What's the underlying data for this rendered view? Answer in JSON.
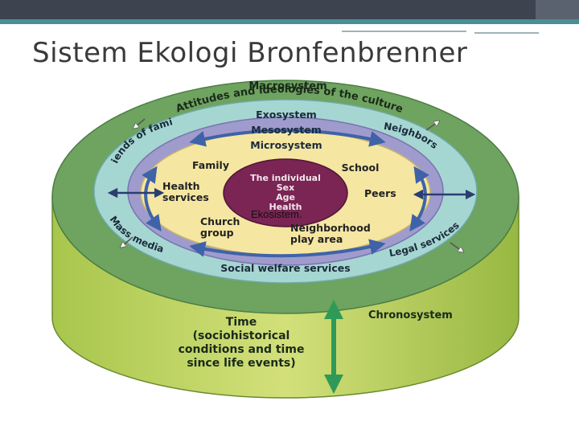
{
  "slide": {
    "title": "Sistem Ekologi Bronfenbrenner",
    "overlay_label": "Ekosistem."
  },
  "diagram": {
    "layers": {
      "macrosystem": "Macrosystem",
      "macro_desc": "Attitudes and ideologies of the culture",
      "exosystem": "Exosystem",
      "mesosystem": "Mesosystem",
      "microsystem": "Microsystem",
      "chronosystem": "Chronosystem"
    },
    "individual": [
      "The individual",
      "Sex",
      "Age",
      "Health"
    ],
    "micro_items": {
      "family": "Family",
      "school": "School",
      "health_services": [
        "Health",
        "services"
      ],
      "peers": "Peers",
      "church_group": [
        "Church",
        "group"
      ],
      "neighborhood": [
        "Neighborhood",
        "play area"
      ]
    },
    "exo_items": {
      "friends": "Friends of family",
      "neighbors": "Neighbors",
      "mass_media": "Mass media",
      "legal_services": "Legal services",
      "social_welfare": "Social welfare services"
    },
    "time": [
      "Time",
      "(sociohistorical",
      "conditions and time",
      "since life events)"
    ],
    "colors": {
      "outer_green": "#6ea360",
      "side_green": "#a9c84a",
      "exo_blue": "#a6d6d2",
      "meso_lavender": "#9f9ccd",
      "micro_yellow": "#f5e6a2",
      "center_purple": "#7a2553",
      "arrow_blue": "#3f63a8",
      "time_arrow": "#2f9a58"
    }
  }
}
